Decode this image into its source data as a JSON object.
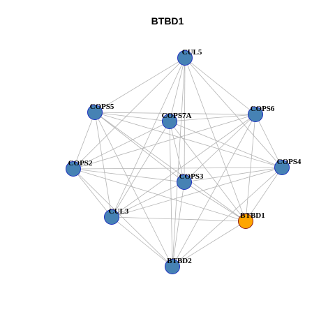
{
  "title": "BTBD1",
  "colors": {
    "node_fill": "#4682b4",
    "node_stroke": "#1f2fbf",
    "highlight_fill": "#ffa500",
    "highlight_stroke": "#8b1a1a",
    "edge": "#b4b4b4"
  },
  "network": {
    "highlight": "BTBD1",
    "nodes": [
      {
        "id": "CUL5"
      },
      {
        "id": "COPS6"
      },
      {
        "id": "COPS4"
      },
      {
        "id": "BTBD1"
      },
      {
        "id": "BTBD2"
      },
      {
        "id": "CUL3"
      },
      {
        "id": "COPS2"
      },
      {
        "id": "COPS5"
      },
      {
        "id": "COPS7A"
      },
      {
        "id": "COPS3"
      }
    ],
    "edges": [
      [
        "CUL5",
        "COPS6"
      ],
      [
        "CUL5",
        "COPS4"
      ],
      [
        "CUL5",
        "BTBD1"
      ],
      [
        "CUL5",
        "BTBD2"
      ],
      [
        "CUL5",
        "CUL3"
      ],
      [
        "CUL5",
        "COPS2"
      ],
      [
        "CUL5",
        "COPS5"
      ],
      [
        "CUL5",
        "COPS7A"
      ],
      [
        "CUL5",
        "COPS3"
      ],
      [
        "COPS6",
        "COPS4"
      ],
      [
        "COPS6",
        "BTBD1"
      ],
      [
        "COPS6",
        "BTBD2"
      ],
      [
        "COPS6",
        "CUL3"
      ],
      [
        "COPS6",
        "COPS2"
      ],
      [
        "COPS6",
        "COPS5"
      ],
      [
        "COPS6",
        "COPS7A"
      ],
      [
        "COPS6",
        "COPS3"
      ],
      [
        "COPS4",
        "BTBD1"
      ],
      [
        "COPS4",
        "BTBD2"
      ],
      [
        "COPS4",
        "CUL3"
      ],
      [
        "COPS4",
        "COPS2"
      ],
      [
        "COPS4",
        "COPS5"
      ],
      [
        "COPS4",
        "COPS7A"
      ],
      [
        "COPS4",
        "COPS3"
      ],
      [
        "BTBD1",
        "BTBD2"
      ],
      [
        "BTBD1",
        "CUL3"
      ],
      [
        "BTBD1",
        "COPS2"
      ],
      [
        "BTBD1",
        "COPS5"
      ],
      [
        "BTBD1",
        "COPS7A"
      ],
      [
        "BTBD1",
        "COPS3"
      ],
      [
        "BTBD2",
        "CUL3"
      ],
      [
        "BTBD2",
        "COPS2"
      ],
      [
        "BTBD2",
        "COPS5"
      ],
      [
        "BTBD2",
        "COPS7A"
      ],
      [
        "BTBD2",
        "COPS3"
      ],
      [
        "CUL3",
        "COPS2"
      ],
      [
        "CUL3",
        "COPS5"
      ],
      [
        "CUL3",
        "COPS7A"
      ],
      [
        "CUL3",
        "COPS3"
      ],
      [
        "COPS2",
        "COPS5"
      ],
      [
        "COPS2",
        "COPS7A"
      ],
      [
        "COPS2",
        "COPS3"
      ],
      [
        "COPS5",
        "COPS7A"
      ],
      [
        "COPS5",
        "COPS3"
      ],
      [
        "COPS7A",
        "COPS3"
      ]
    ]
  }
}
